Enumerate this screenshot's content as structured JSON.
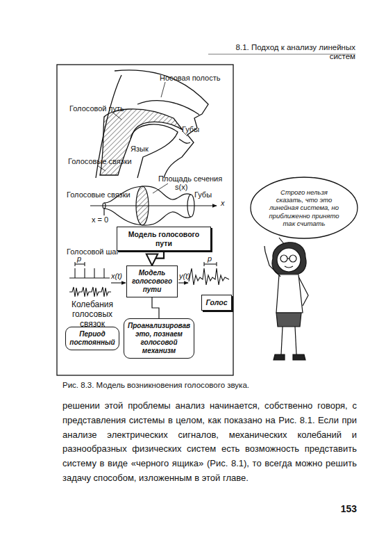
{
  "diagram": {
    "caption": "Рис. 8.3. Модель возникновения голосового звука.",
    "nodes": [
      {
        "text": [
          "Модель голосового пути"
        ]
      },
      {
        "text": [
          "Модель голосового пути"
        ]
      },
      {
        "text": [
          "Голос"
        ]
      },
      {
        "text": [
          "Период постоянный"
        ]
      },
      {
        "text": [
          "Проанализировав это, познаем голосовой механизм"
        ]
      },
      {
        "text": [
          "Строго нельзя сказать, что это линейная система, но приближенно принято так считать"
        ]
      }
    ],
    "edges": [
      {
        "from": 0,
        "to": 1,
        "arrow": "to"
      },
      {
        "from": 4,
        "to": 1,
        "arrow": "none"
      }
    ],
    "labels": [
      "8.1. Подход к анализу линейных систем",
      "Носовая полость",
      "Голосовой путь",
      "Губы",
      "Язык",
      "Голосовые связки",
      "Площадь сечения",
      "s(x)",
      "Голосовые связки",
      "Губы",
      "x",
      "x = 0",
      "Голосовой шаг",
      "p",
      "x(t)",
      "y(t)",
      "p",
      "Колебания голосовых связок",
      "решении этой проблемы анализ начинается, собственно говоря, с представления системы в целом, как показано на Рис. 8.1. Если при анализе электрических сигналов, механических колебаний и разнообразных физических систем есть возможность представить систему в виде «черного ящика» (Рис. 8.1), то всегда можно решить задачу способом, изложенным в этой главе.",
      "153"
    ]
  }
}
